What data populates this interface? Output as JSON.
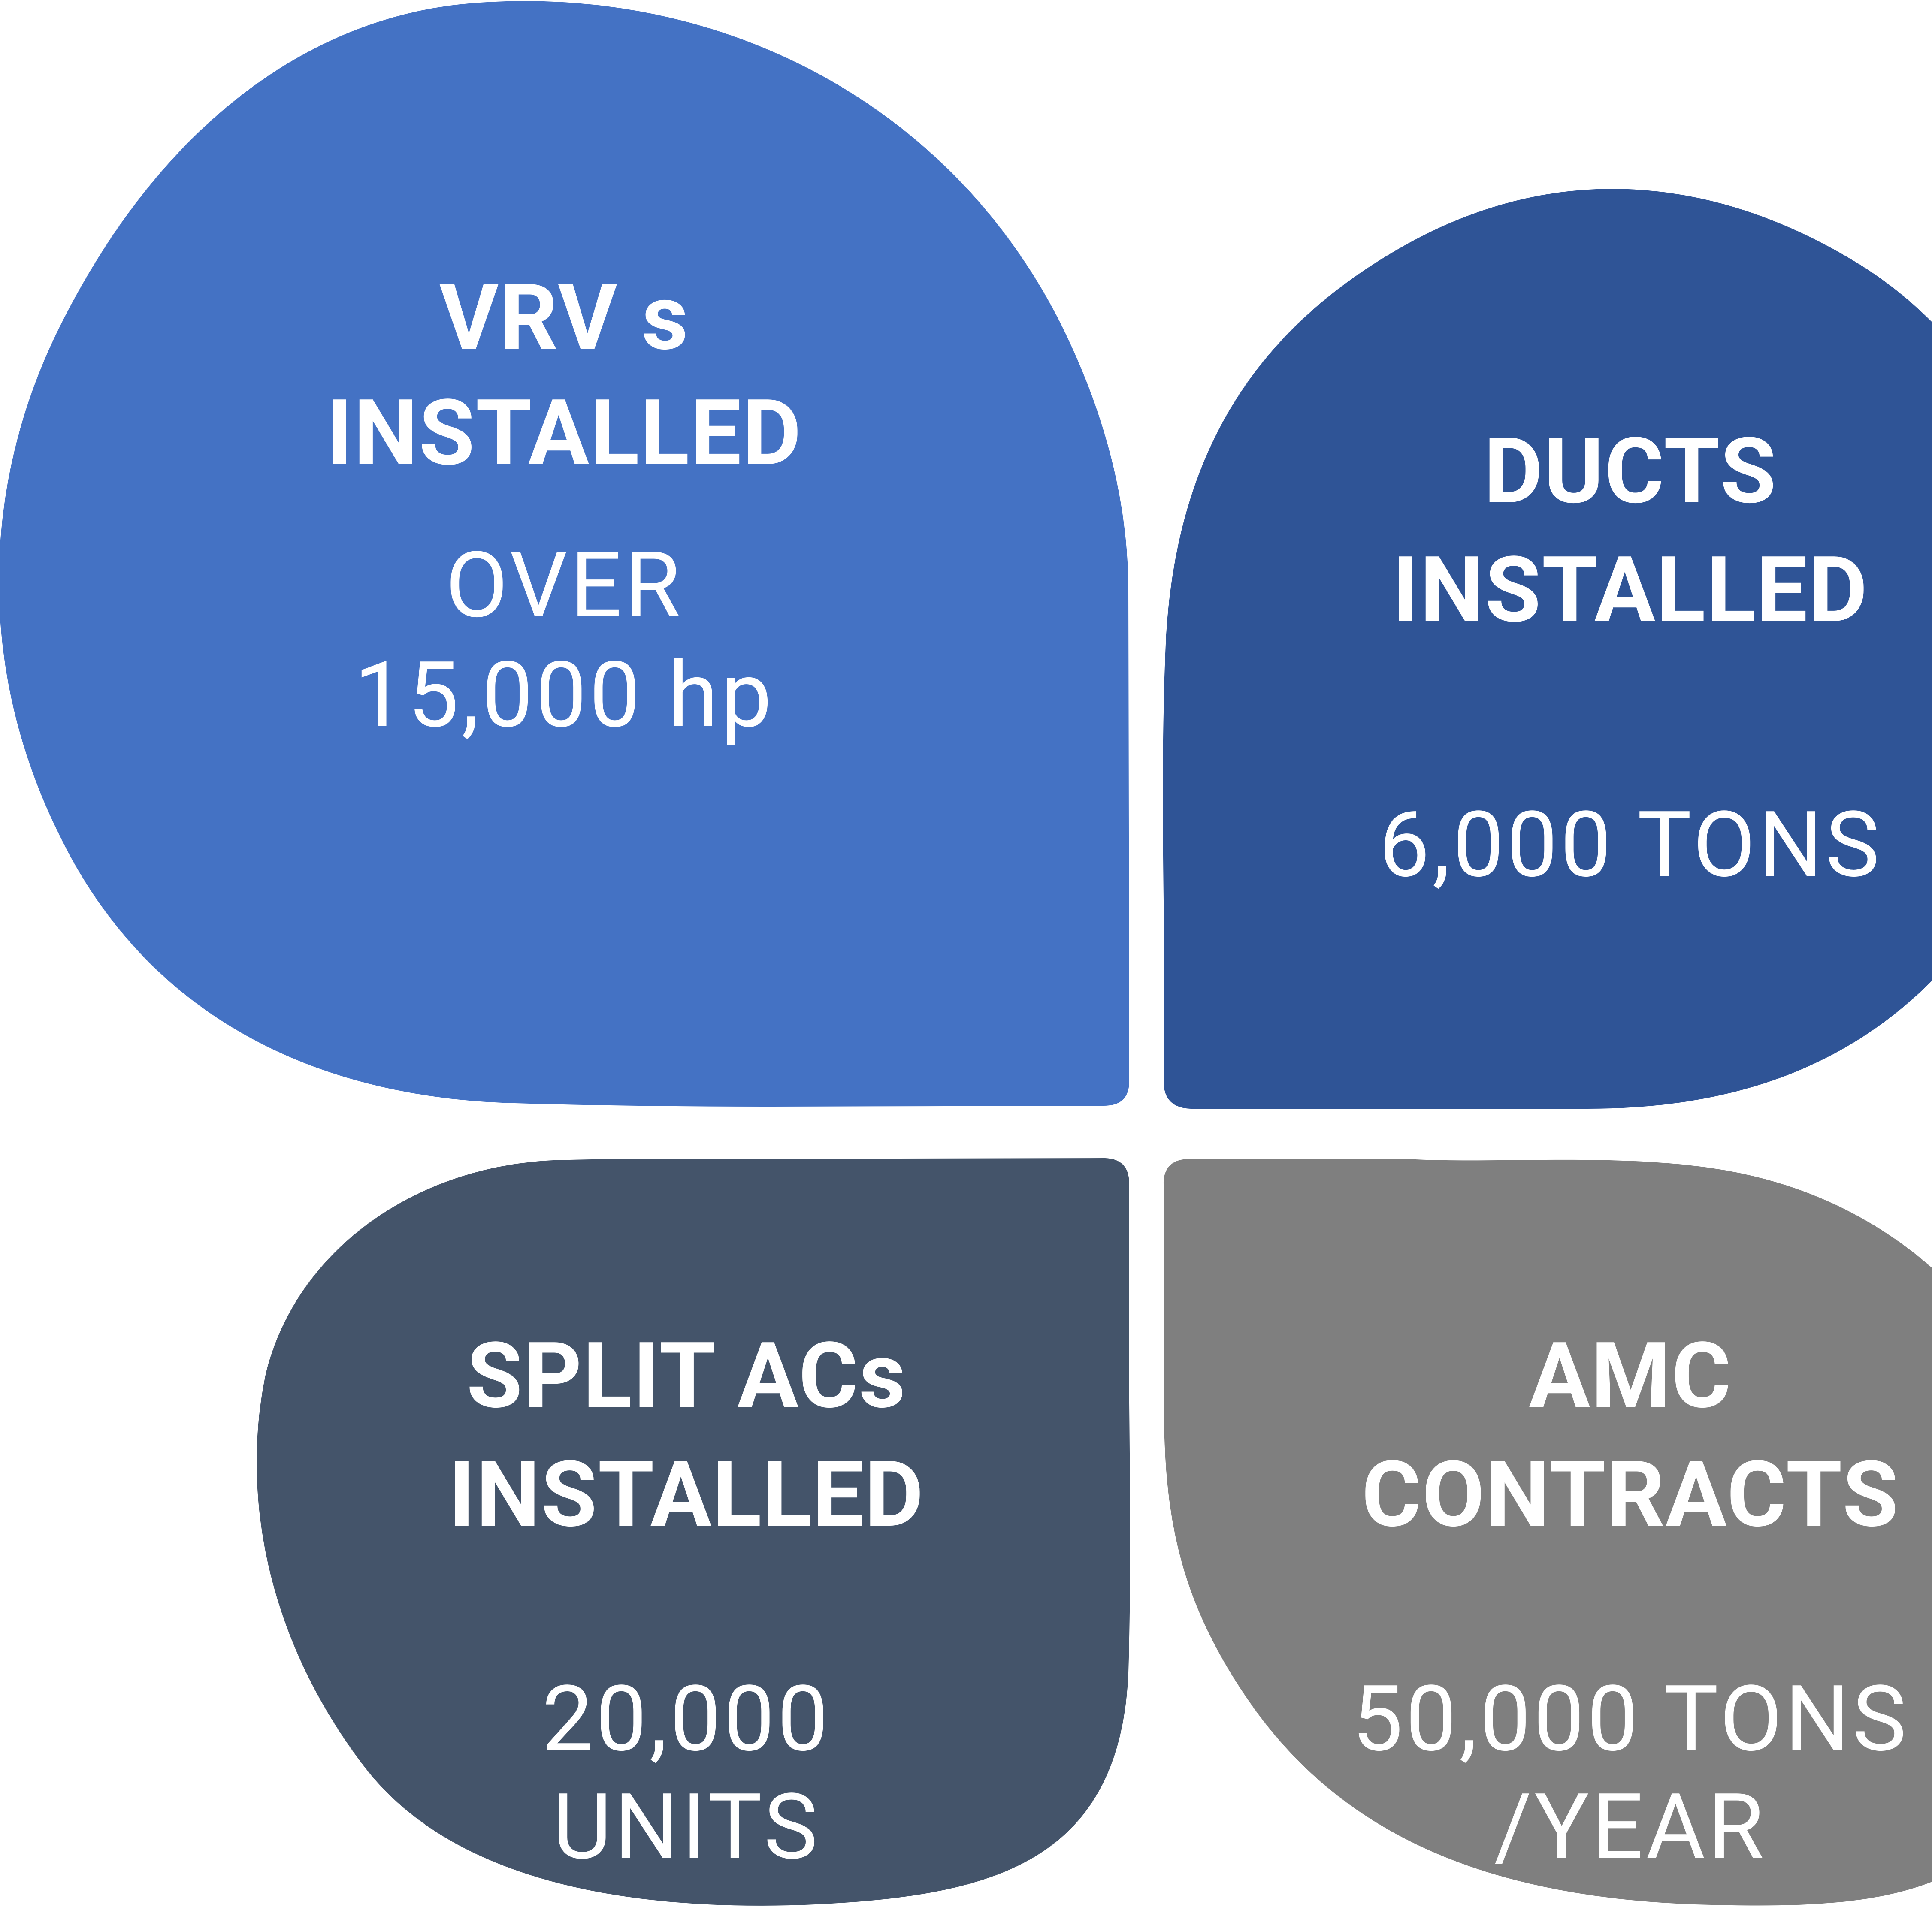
{
  "colors": {
    "background": "#ffffff",
    "text": "#ffffff"
  },
  "petals": [
    {
      "id": "vrv",
      "color": "#4472c4",
      "title_lines": [
        "VRV s",
        "INSTALLED"
      ],
      "value_lines": [
        "OVER",
        "15,000 hp"
      ]
    },
    {
      "id": "ducts",
      "color": "#2f5496",
      "title_lines": [
        "DUCTS",
        "INSTALLED"
      ],
      "value_lines": [
        "6,000 TONS"
      ]
    },
    {
      "id": "split",
      "color": "#44546a",
      "title_lines": [
        "SPLIT ACs",
        "INSTALLED"
      ],
      "value_lines": [
        "20,000",
        "UNITS"
      ]
    },
    {
      "id": "amc",
      "color": "#7f7f7f",
      "title_lines": [
        "AMC",
        "CONTRACTS"
      ],
      "value_lines": [
        "50,000 TONS",
        "/YEAR"
      ]
    }
  ]
}
